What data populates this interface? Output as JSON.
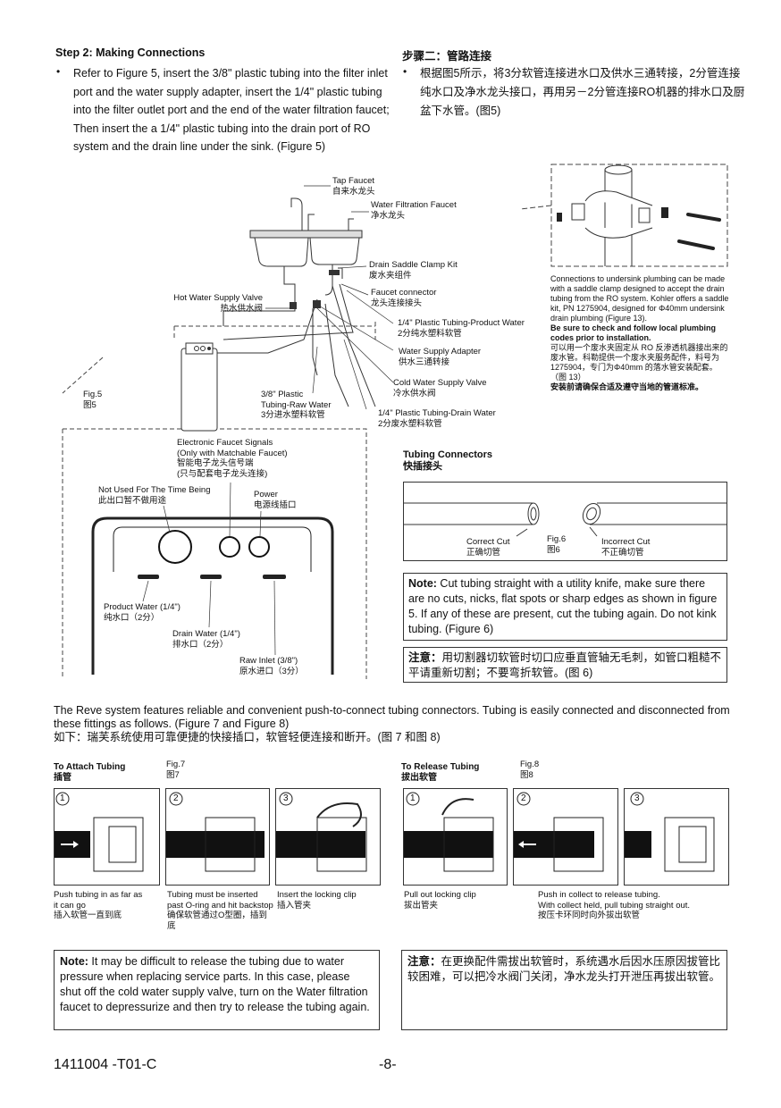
{
  "step_title_en": "Step 2: Making Connections",
  "step_title_cn": "步骤二：管路连接",
  "intro_en": "Refer to Figure 5, insert the 3/8\" plastic tubing into the filter inlet port and the water supply adapter, insert the 1/4\" plastic tubing into the filter outlet port and the end of the water filtration faucet; Then insert the a 1/4\" plastic tubing into the drain port of RO system and the drain line under the sink. (Figure 5)",
  "intro_cn": "根据图5所示，将3分软管连接进水口及供水三通转接，2分管连接纯水口及净水龙头接口，再用另－2分管连接RO机器的排水口及厨盆下水管。(图5)",
  "fig5": {
    "fig_label": "Fig.5",
    "fig_label_cn": "图5",
    "labels": [
      {
        "en": "Tap Faucet",
        "cn": "自来水龙头"
      },
      {
        "en": "Water Filtration Faucet",
        "cn": "净水龙头"
      },
      {
        "en": "Drain Saddle Clamp Kit",
        "cn": "废水夹组件"
      },
      {
        "en": "Faucet connector",
        "cn": "龙头连接接头"
      },
      {
        "en": "1/4\" Plastic Tubing-Product Water",
        "cn": "2分纯水塑料软管"
      },
      {
        "en": "Water Supply Adapter",
        "cn": "供水三通转接"
      },
      {
        "en": "Cold Water Supply Valve",
        "cn": "冷水供水阀"
      },
      {
        "en": "1/4\" Plastic Tubing-Drain Water",
        "cn": "2分废水塑料软管"
      },
      {
        "en": "Hot Water Supply Valve",
        "cn": "热水供水阀"
      },
      {
        "en": "3/8\" Plastic",
        "en2": "Tubing-Raw Water",
        "cn": "3分进水塑料软管"
      }
    ]
  },
  "saddle_note": {
    "en": "Connections to undersink plumbing can be made with a saddle clamp designed to accept the drain tubing from the RO system. Kohler offers a saddle kit, PN 1275904, designed for Φ40mm undersink drain plumbing (Figure 13).",
    "en_bold": "Be sure to check and follow local plumbing codes prior to installation.",
    "cn": "可以用一个废水夹固定从 RO 反渗透机器接出来的废水管。科勒提供一个废水夹服务配件，料号为 1275904，专门为Φ40mm 的落水管安装配套。（图 13）",
    "cn_bold": "安装前请确保合适及遵守当地的管道标准。"
  },
  "ports": {
    "signals_en": "Electronic Faucet Signals",
    "signals_en2": "(Only with Matchable Faucet)",
    "signals_cn": "智能电子龙头信号端",
    "signals_cn2": "(只与配套电子龙头连接)",
    "not_used_en": "Not Used For The Time Being",
    "not_used_cn": "此出口暂不做用途",
    "power_en": "Power",
    "power_cn": "电源线插口",
    "product_en": "Product Water (1/4\")",
    "product_cn": "纯水口（2分）",
    "drain_en": "Drain Water (1/4\")",
    "drain_cn": "排水口（2分）",
    "raw_en": "Raw Inlet (3/8\")",
    "raw_cn": "原水进口（3分）"
  },
  "tubing": {
    "title_en": "Tubing Connectors",
    "title_cn": "快插接头",
    "correct_en": "Correct Cut",
    "correct_cn": "正确切管",
    "fig6": "Fig.6",
    "fig6_cn": "图6",
    "incorrect_en": "Incorrect Cut",
    "incorrect_cn": "不正确切管",
    "note_label": "Note:",
    "note_text": " Cut tubing straight with a utility knife, make sure there are no cuts, nicks, flat spots or sharp edges as shown in figure 5. If any of these are present, cut the tubing again. Do not kink tubing. (Figure 6)",
    "note_cn_label": "注意：",
    "note_cn_text": "用切割器切软管时切口应垂直管轴无毛刺，如管口粗糙不平请重新切割；不要弯折软管。(图 6)"
  },
  "reve": {
    "en": "The Reve system features reliable and convenient push-to-connect tubing connectors. Tubing is easily connected and disconnected from these fittings as follows. (Figure 7 and Figure 8)",
    "cn": "如下：瑞芙系统使用可靠便捷的快接插口，软管轻便连接和断开。(图 7 和图 8)"
  },
  "fig7": {
    "title_en": "To Attach Tubing",
    "title_cn": "插管",
    "fig": "Fig.7",
    "fig_cn": "图7",
    "nums": [
      "1",
      "2",
      "3"
    ],
    "step1_en": "Push tubing in as far as it can go",
    "step1_cn": "插入软管一直到底",
    "step2_en": "Tubing must be inserted past O-ring and hit backstop",
    "step2_cn": "确保软管通过O型圈，插到底",
    "step3_en": "Insert the locking clip",
    "step3_cn": "插入管夹"
  },
  "fig8": {
    "title_en": "To Release Tubing",
    "title_cn": "拔出软管",
    "fig": "Fig.8",
    "fig_cn": "图8",
    "nums": [
      "1",
      "2",
      "3"
    ],
    "step1_en": "Pull out locking clip",
    "step1_cn": "拔出管夹",
    "step2_en": "Push in collect to release tubing.",
    "step2_en2": "With collect held, pull tubing straight out.",
    "step2_cn": "按压卡环同时向外拔出软管"
  },
  "note_bottom": {
    "label": "Note:",
    "text": " It may be difficult to release the tubing due to water pressure when replacing service parts. In this case, please shut off the cold water supply valve, turn on the Water filtration faucet to depressurize and then try to release the tubing again.",
    "cn_label": "注意：",
    "cn_text": "在更换配件需拔出软管时，系统遇水后因水压原因拔管比较困难，可以把冷水阀门关闭，净水龙头打开泄压再拔出软管。"
  },
  "footer": {
    "code": "1411004 -T01-C",
    "page": "-8-"
  }
}
